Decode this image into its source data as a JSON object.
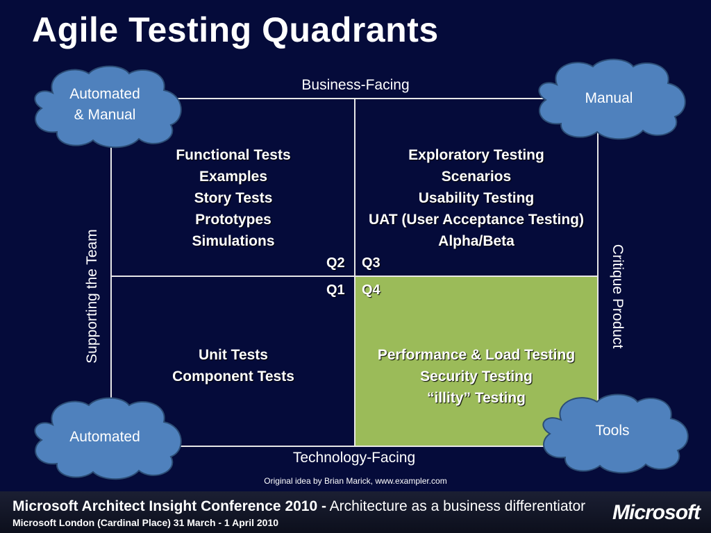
{
  "slide": {
    "title": "Agile Testing Quadrants",
    "attribution": "Original idea by Brian Marick, www.exampler.com"
  },
  "axes": {
    "top": "Business-Facing",
    "bottom": "Technology-Facing",
    "left": "Supporting the Team",
    "right": "Critique Product"
  },
  "clouds": {
    "top_left": "Automated\n& Manual",
    "top_right": "Manual",
    "bottom_left": "Automated",
    "bottom_right": "Tools"
  },
  "quadrants": {
    "q2": {
      "tag": "Q2",
      "items": [
        "Functional Tests",
        "Examples",
        "Story Tests",
        "Prototypes",
        "Simulations"
      ]
    },
    "q3": {
      "tag": "Q3",
      "items": [
        "Exploratory Testing",
        "Scenarios",
        "Usability Testing",
        "UAT (User Acceptance Testing)",
        "Alpha/Beta"
      ]
    },
    "q1": {
      "tag": "Q1",
      "items": [
        "Unit Tests",
        "Component Tests"
      ]
    },
    "q4": {
      "tag": "Q4",
      "items": [
        "Performance & Load Testing",
        "Security Testing",
        "“illity” Testing"
      ]
    }
  },
  "footer": {
    "conference": "Microsoft Architect Insight Conference 2010 -",
    "tagline": "Architecture as a business differentiator",
    "venue": "Microsoft London (Cardinal Place) 31 March - 1 April 2010",
    "logo": "Microsoft"
  },
  "colors": {
    "background": "#050b3a",
    "q4_fill": "#9bbb59",
    "cloud_fill": "#4f81bd",
    "cloud_stroke": "#2c4d75"
  }
}
